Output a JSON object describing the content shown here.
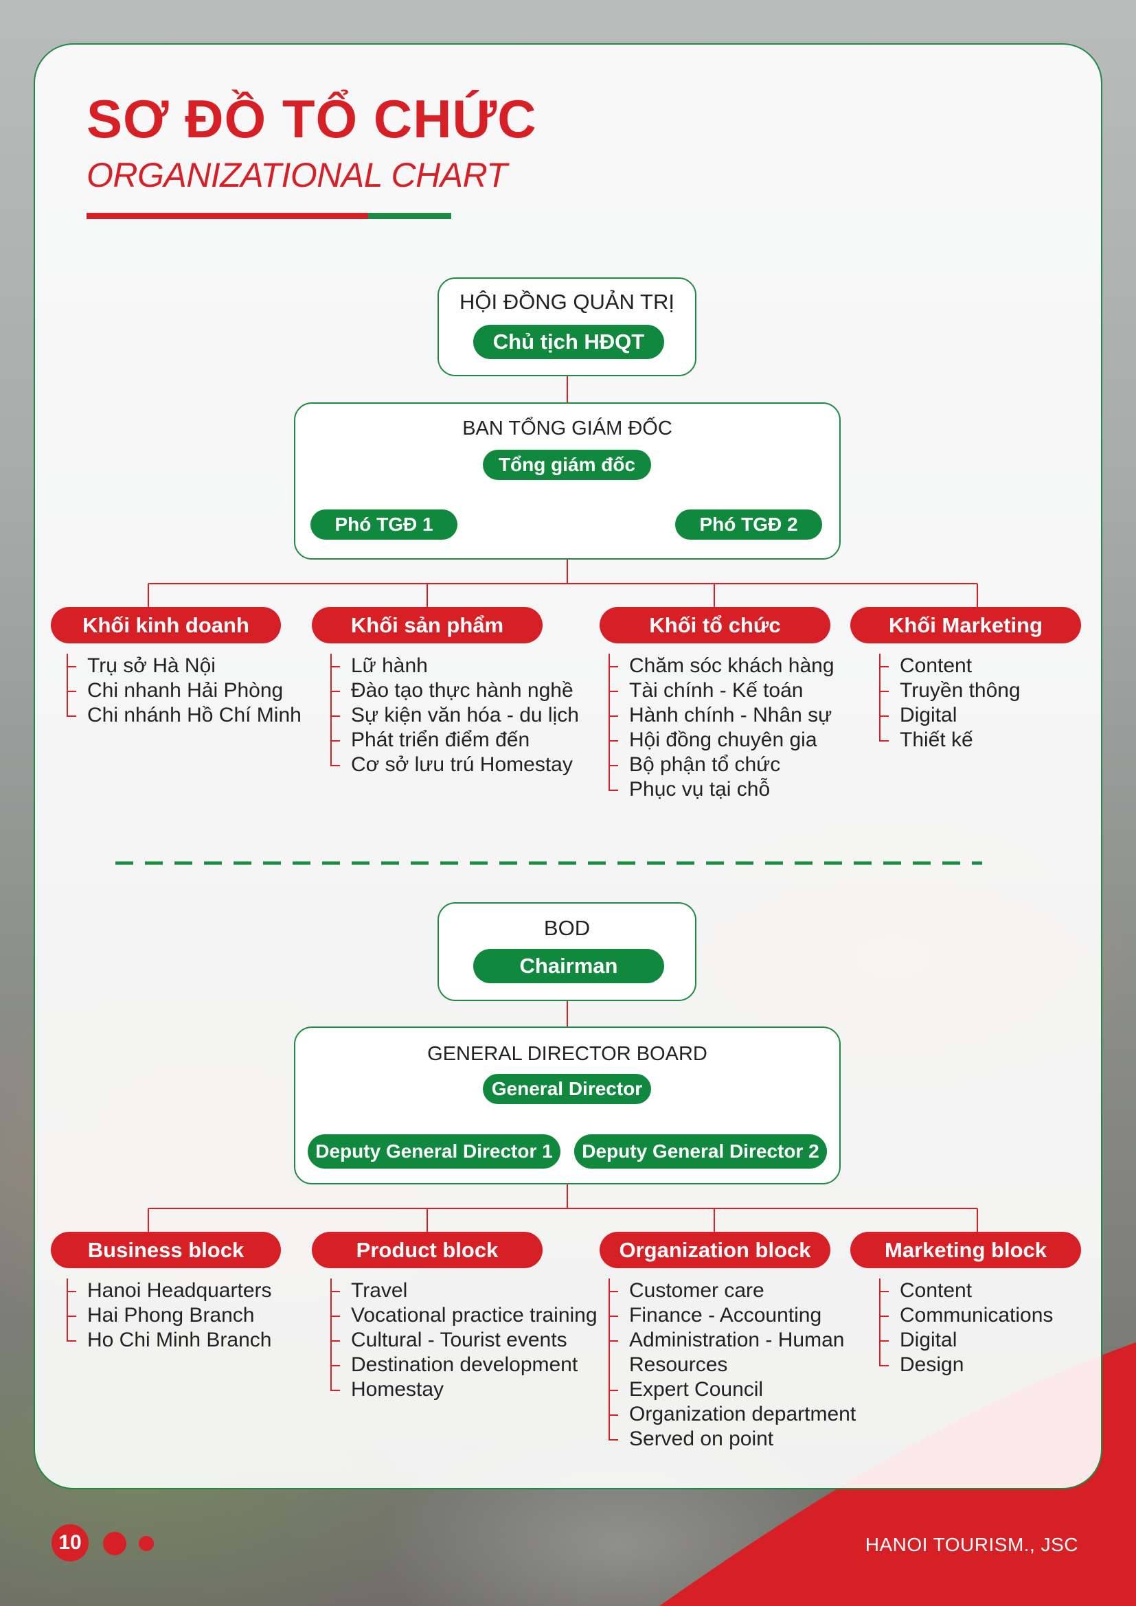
{
  "header": {
    "title_vn": "SƠ ĐỒ TỔ CHỨC",
    "title_en": "ORGANIZATIONAL CHART"
  },
  "colors": {
    "red": "#d71f26",
    "green": "#10893e",
    "green_border": "#1f8a44"
  },
  "vn": {
    "board": {
      "title": "HỘI ĐỒNG QUẢN TRỊ",
      "chair": "Chủ tịch HĐQT"
    },
    "gd_board": {
      "title": "BAN TỔNG GIÁM ĐỐC",
      "gd": "Tổng giám đốc",
      "deputy1": "Phó TGĐ 1",
      "deputy2": "Phó TGĐ 2"
    },
    "blocks": [
      {
        "name": "Khối kinh doanh",
        "items": [
          "Trụ sở Hà Nội",
          "Chi nhanh Hải Phòng",
          "Chi nhánh Hồ Chí Minh"
        ]
      },
      {
        "name": "Khối sản phẩm",
        "items": [
          "Lữ hành",
          "Đào tạo thực hành nghề",
          "Sự kiện văn hóa - du lịch",
          "Phát triển điểm đến",
          "Cơ sở lưu trú Homestay"
        ]
      },
      {
        "name": "Khối tổ chức",
        "items": [
          "Chăm sóc khách hàng",
          "Tài chính - Kế toán",
          "Hành chính - Nhân sự",
          "Hội đồng chuyên gia",
          "Bộ phận tổ chức",
          "Phục vụ tại chỗ"
        ]
      },
      {
        "name": "Khối Marketing",
        "items": [
          "Content",
          "Truyền thông",
          "Digital",
          "Thiết kế"
        ]
      }
    ]
  },
  "en": {
    "board": {
      "title": "BOD",
      "chair": "Chairman"
    },
    "gd_board": {
      "title": "GENERAL DIRECTOR BOARD",
      "gd": "General Director",
      "deputy1": "Deputy General Director 1",
      "deputy2": "Deputy General Director 2"
    },
    "blocks": [
      {
        "name": "Business block",
        "items": [
          "Hanoi Headquarters",
          "Hai Phong Branch",
          "Ho Chi Minh Branch"
        ]
      },
      {
        "name": "Product block",
        "items": [
          "Travel",
          "Vocational practice training",
          "Cultural - Tourist events",
          "Destination development",
          "Homestay"
        ]
      },
      {
        "name": "Organization block",
        "items": [
          "Customer care",
          "Finance - Accounting",
          "Administration - Human",
          "Resources",
          "Expert Council",
          "Organization department",
          "Served on point"
        ]
      },
      {
        "name": "Marketing block",
        "items": [
          "Content",
          "Communications",
          "Digital",
          "Design"
        ]
      }
    ]
  },
  "footer": {
    "page_number": "10",
    "company": "HANOI TOURISM., JSC"
  }
}
